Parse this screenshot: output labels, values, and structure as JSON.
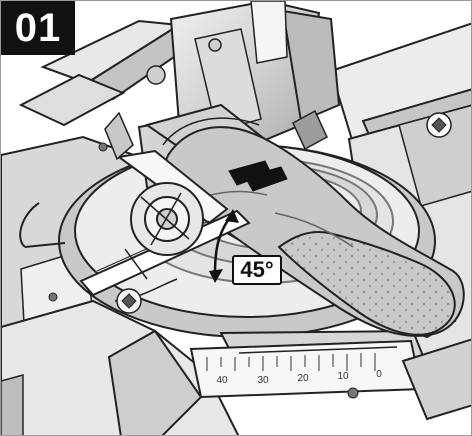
{
  "step": {
    "number": "01"
  },
  "angle": {
    "label": "45°"
  },
  "scale": {
    "labels": [
      "40",
      "30",
      "20",
      "10",
      "0"
    ]
  },
  "colors": {
    "badge_bg": "#111111",
    "badge_text": "#ffffff",
    "line": "#222222",
    "light_gray": "#d9d9d9",
    "mid_gray": "#b8b8b8",
    "dark_gray": "#7a7a7a"
  },
  "icons": {
    "arrow": "double-headed-arrow-icon",
    "logo": "tool-logo-icon"
  }
}
